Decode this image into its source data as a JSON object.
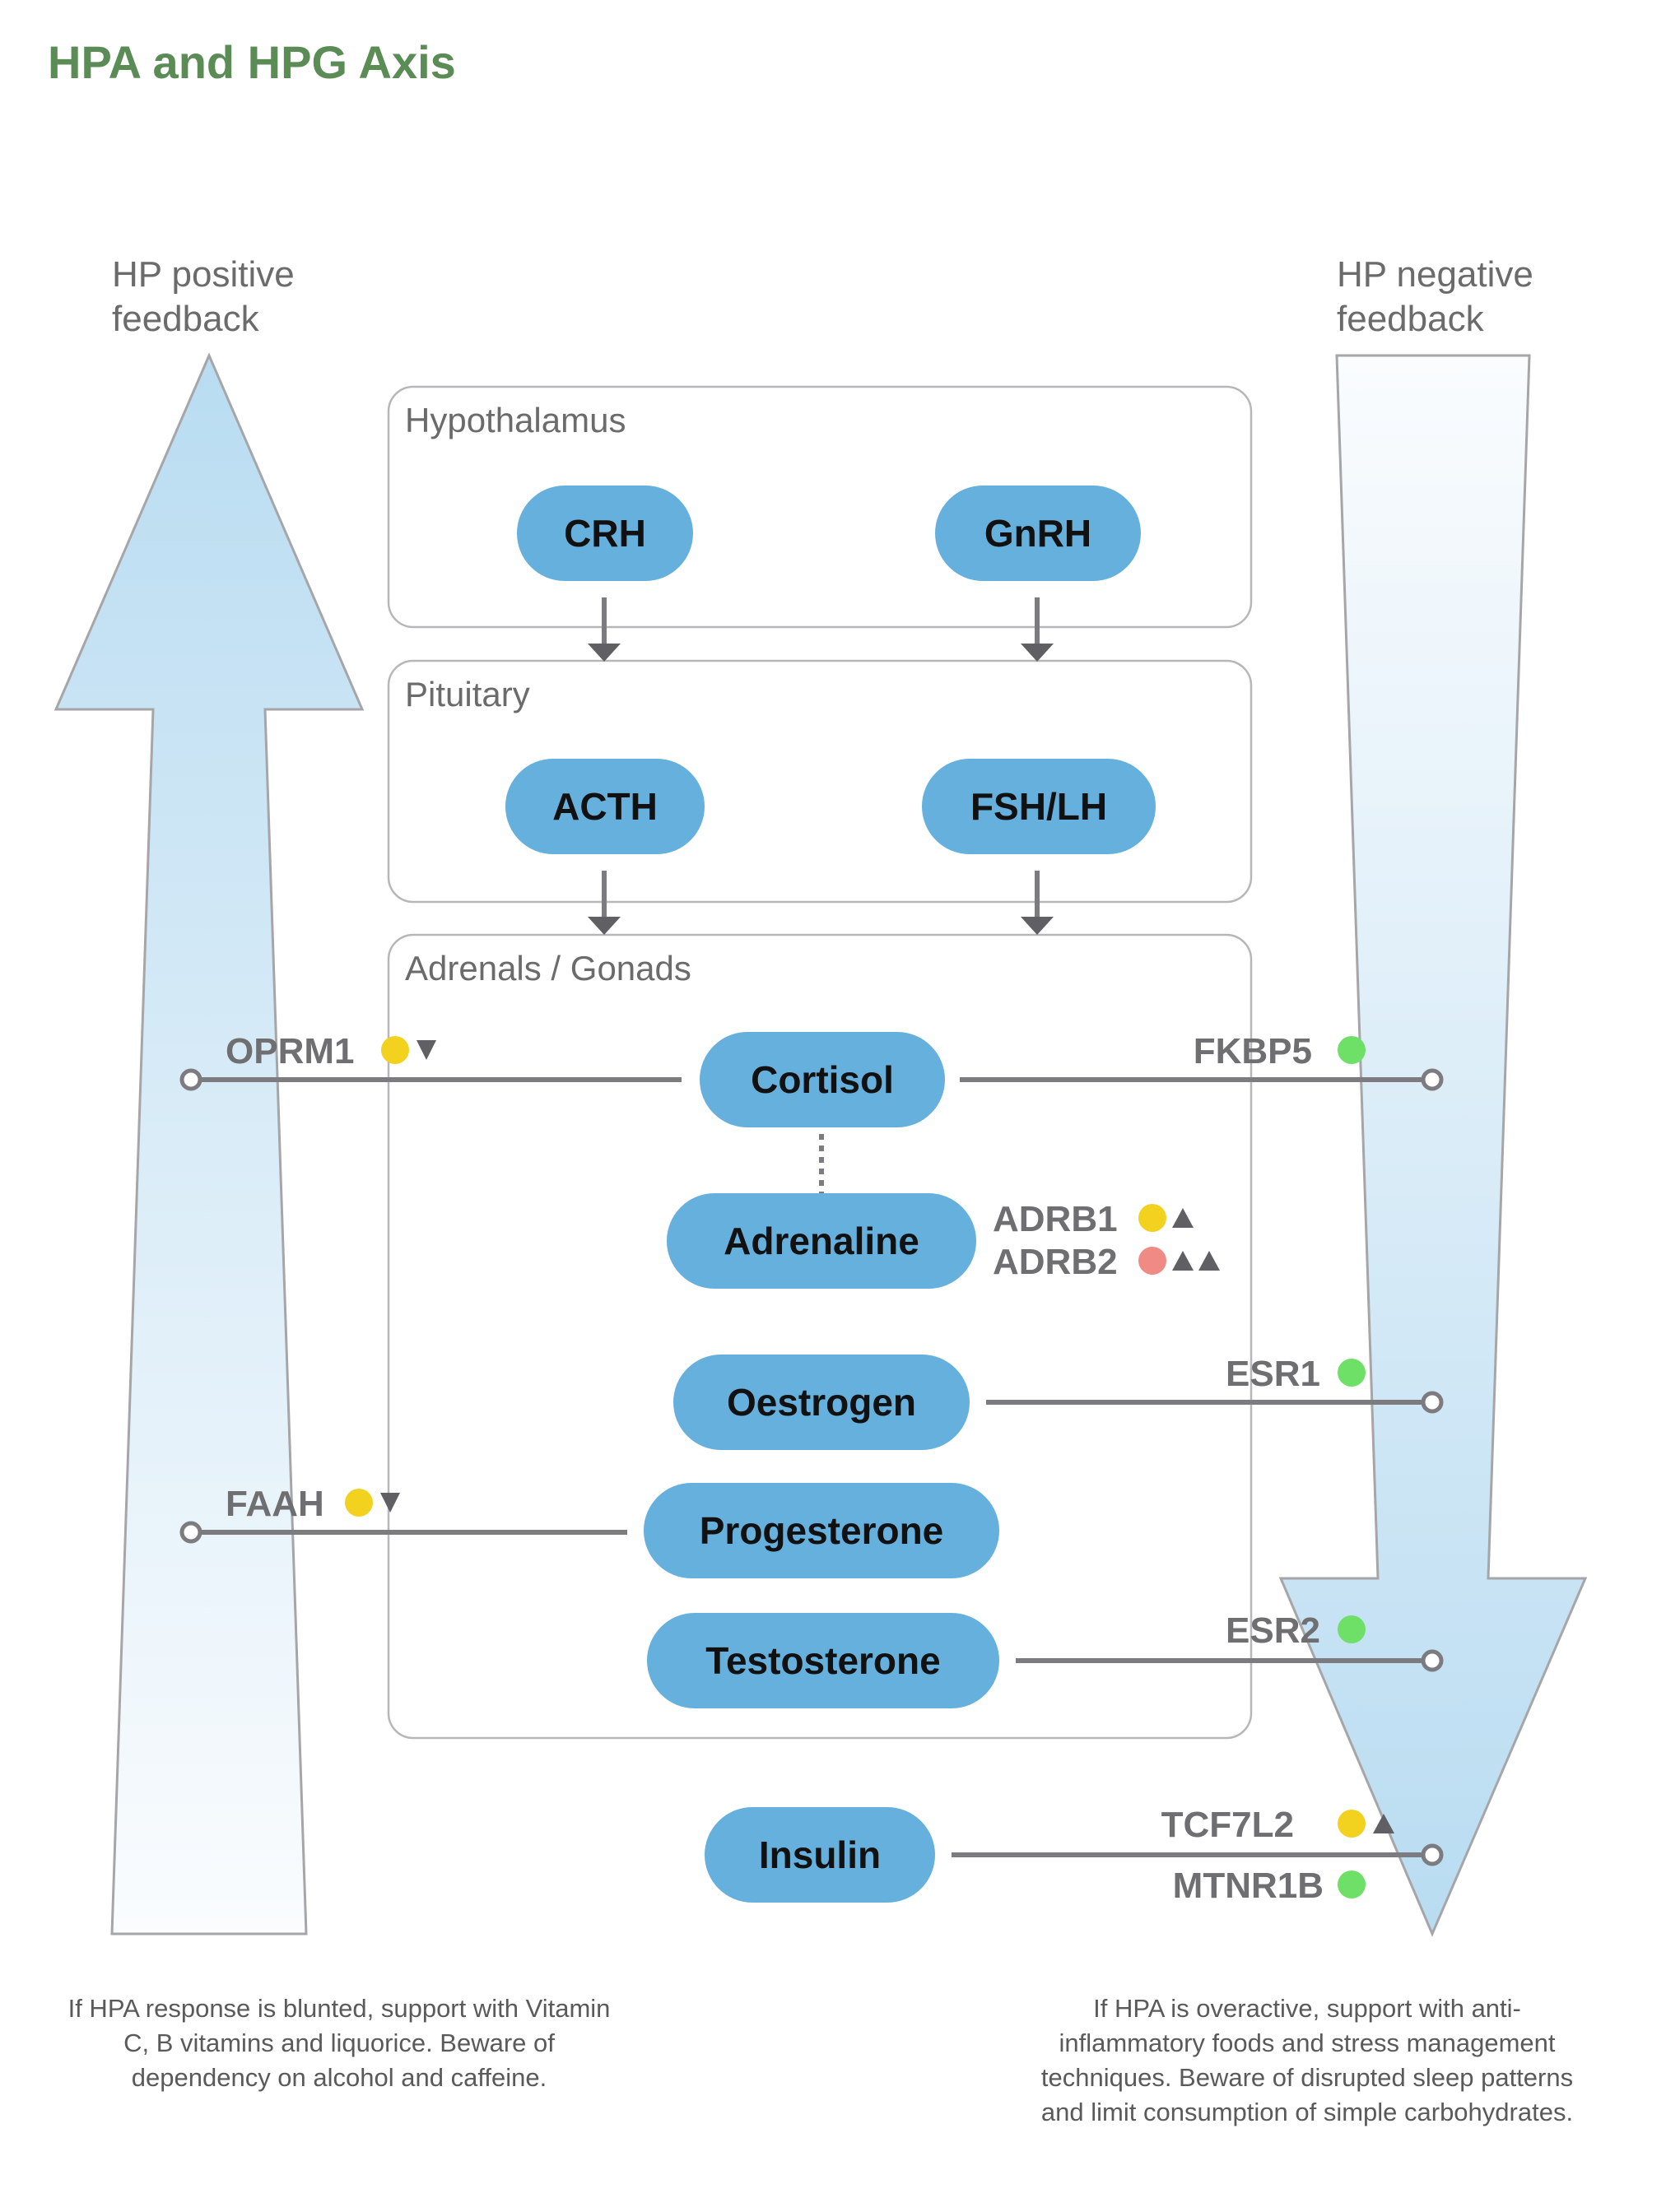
{
  "title": "HPA and HPG Axis",
  "feedback": {
    "positive": [
      "HP positive",
      "feedback"
    ],
    "negative": [
      "HP negative",
      "feedback"
    ]
  },
  "panels": {
    "hypothalamus": "Hypothalamus",
    "pituitary": "Pituitary",
    "adrenals": "Adrenals / Gonads"
  },
  "hormones": {
    "crh": "CRH",
    "gnrh": "GnRH",
    "acth": "ACTH",
    "fshlh": "FSH/LH",
    "cortisol": "Cortisol",
    "adrenaline": "Adrenaline",
    "oestrogen": "Oestrogen",
    "progesterone": "Progesterone",
    "testosterone": "Testosterone",
    "insulin": "Insulin"
  },
  "genes": {
    "oprm1": "OPRM1",
    "fkbp5": "FKBP5",
    "adrb1": "ADRB1",
    "adrb2": "ADRB2",
    "esr1": "ESR1",
    "faah": "FAAH",
    "esr2": "ESR2",
    "tcf7l2": "TCF7L2",
    "mtnr1b": "MTNR1B"
  },
  "colors": {
    "title": "#5b8c55",
    "pill": "#65b0dc",
    "yellow": "#f2d11f",
    "green": "#6ee068",
    "red": "#f08a85",
    "arrow_light": "#fafcfe",
    "arrow_blue": "#b9dcf1"
  },
  "notes": {
    "left": [
      "If HPA response is blunted, support with Vitamin",
      "C, B vitamins and liquorice. Beware of",
      "dependency on alcohol and caffeine."
    ],
    "right": [
      "If HPA is overactive, support with anti-",
      "inflammatory foods and stress management",
      "techniques. Beware of disrupted sleep patterns",
      "and limit consumption of simple carbohydrates."
    ]
  }
}
